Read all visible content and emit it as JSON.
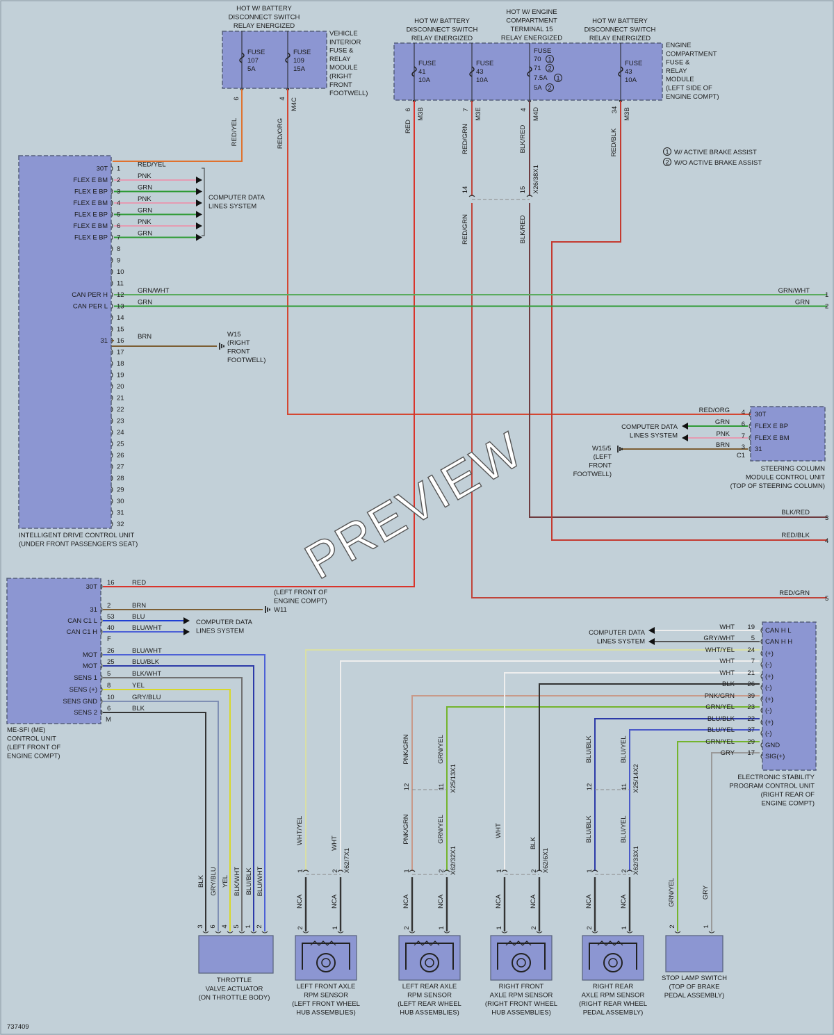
{
  "diagram_id": "737409",
  "watermark": "PREVIEW",
  "colors": {
    "background": "#c2d0d8",
    "module_fill": "#8c96d2",
    "module_stroke": "#555f7a",
    "red": "#d9342b",
    "red_yel": "#e0722e",
    "red_org": "#d44732",
    "red_grn": "#c0443a",
    "red_blk": "#c43a30",
    "blk_red": "#6e3c40",
    "pnk": "#e59bb2",
    "grn": "#2f9b36",
    "grn_wht": "#5aab5e",
    "brn": "#7c5e34",
    "blu": "#1f3fd4",
    "blu_wht": "#4d61d6",
    "blu_blk": "#2c3aa8",
    "blk_wht": "#707070",
    "yel": "#d8d82a",
    "gry_blu": "#7f8fb4",
    "blk": "#333333",
    "wht": "#eeeeee",
    "wht_yel": "#d9dfa6",
    "gry": "#9a9a9a",
    "grn_yel": "#74b42e",
    "pnk_grn": "#c89a8a",
    "blu_yel": "#4a59c8",
    "nca": "#333333"
  },
  "top_sources": {
    "vehicle_fuse": {
      "caption": "HOT W/ BATTERY\nDISCONNECT SWITCH\nRELAY ENERGIZED",
      "module_label": "VEHICLE\nINTERIOR\nFUSE &\nRELAY\nMODULE\n(RIGHT\nFRONT\nFOOTWELL)",
      "fuses": [
        {
          "name": "FUSE",
          "number": "107",
          "rating": "5A",
          "pin": "6",
          "wire": "RED/YEL",
          "connector": ""
        },
        {
          "name": "FUSE",
          "number": "109",
          "rating": "15A",
          "pin": "4",
          "wire": "RED/ORG",
          "connector": "M4C"
        }
      ]
    },
    "engine_fuse": {
      "captions": [
        "HOT W/ BATTERY\nDISCONNECT SWITCH\nRELAY ENERGIZED",
        "HOT W/ ENGINE\nCOMPARTMENT\nTERMINAL 15\nRELAY ENERGIZED",
        "HOT W/ BATTERY\nDISCONNECT SWITCH\nRELAY ENERGIZED"
      ],
      "module_label": "ENGINE\nCOMPARTMENT\nFUSE &\nRELAY\nMODULE\n(LEFT SIDE OF\nENGINE COMPT)",
      "fuses": [
        {
          "name": "FUSE",
          "number": "41",
          "rating": "10A",
          "pin": "6",
          "wire": "RED",
          "connector": "M3B"
        },
        {
          "name": "FUSE",
          "number": "43",
          "rating": "10A",
          "pin": "7",
          "wire": "RED/GRN",
          "connector": "M3E"
        },
        {
          "name": "FUSE",
          "number": "70 ①  71 ②",
          "rating": "7.5A ①  5A ②",
          "pin": "4",
          "wire": "BLK/RED",
          "connector": "M4D"
        },
        {
          "name": "FUSE",
          "number": "43",
          "rating": "10A",
          "pin": "34",
          "wire": "RED/BLK",
          "connector": "M3B"
        }
      ],
      "splice": {
        "pins": [
          "14",
          "15"
        ],
        "connector": "X26/38X1",
        "wires_below": [
          "RED/GRN",
          "BLK/RED"
        ]
      }
    }
  },
  "legend": [
    {
      "mark": "1",
      "text": "W/ ACTIVE BRAKE ASSIST"
    },
    {
      "mark": "2",
      "text": "W/O ACTIVE BRAKE ASSIST"
    }
  ],
  "idcu": {
    "caption": "INTELLIGENT DRIVE CONTROL UNIT\n(UNDER FRONT PASSENGER'S SEAT)",
    "pin_labels": {
      "1": "30T",
      "2": "FLEX E BM",
      "3": "FLEX E BP",
      "4": "FLEX E BM",
      "5": "FLEX E BP",
      "6": "FLEX E BM",
      "7": "FLEX E BP",
      "12": "CAN PER H",
      "13": "CAN PER L",
      "16": "31"
    },
    "wires": [
      {
        "pin": "1",
        "color": "RED/YEL"
      },
      {
        "pin": "2",
        "color": "PNK"
      },
      {
        "pin": "3",
        "color": "GRN"
      },
      {
        "pin": "4",
        "color": "PNK"
      },
      {
        "pin": "5",
        "color": "GRN"
      },
      {
        "pin": "6",
        "color": "PNK"
      },
      {
        "pin": "7",
        "color": "GRN"
      },
      {
        "pin": "12",
        "color": "GRN/WHT"
      },
      {
        "pin": "13",
        "color": "GRN"
      },
      {
        "pin": "16",
        "color": "BRN"
      }
    ],
    "pin_count": 32,
    "data_lines_label": "COMPUTER DATA\nLINES SYSTEM",
    "ground": {
      "name": "W15",
      "location": "(RIGHT\nFRONT\nFOOTWELL)"
    }
  },
  "right_edge": [
    {
      "number": "1",
      "color": "GRN/WHT"
    },
    {
      "number": "2",
      "color": "GRN"
    },
    {
      "number": "3",
      "color": "BLK/RED"
    },
    {
      "number": "4",
      "color": "RED/BLK"
    },
    {
      "number": "5",
      "color": "RED/GRN"
    }
  ],
  "steering": {
    "caption": "STEERING COLUMN\nMODULE CONTROL UNIT\n(TOP OF STEERING COLUMN)",
    "pins": [
      {
        "pin": "4",
        "label": "30T",
        "color": "RED/ORG"
      },
      {
        "pin": "6",
        "label": "FLEX E BP",
        "color": "GRN"
      },
      {
        "pin": "7",
        "label": "FLEX E BM",
        "color": "PNK"
      },
      {
        "pin": "3",
        "label": "31",
        "color": "BRN"
      }
    ],
    "connector": "C1",
    "data_lines_label": "COMPUTER DATA\nLINES SYSTEM",
    "ground": {
      "name": "W15/5",
      "location": "(LEFT\nFRONT\nFOOTWELL)"
    }
  },
  "me": {
    "caption": "ME-SFI (ME)\nCONTROL UNIT\n(LEFT FRONT OF\nENGINE COMPT)",
    "pins": [
      {
        "label": "30T",
        "pin": "16",
        "color": "RED"
      },
      {
        "label": "31",
        "pin": "2",
        "color": "BRN"
      },
      {
        "label": "CAN C1 L",
        "pin": "53",
        "color": "BLU"
      },
      {
        "label": "CAN C1 H",
        "pin": "40",
        "color": "BLU/WHT"
      },
      {
        "label": "MOT",
        "pin": "26",
        "color": "BLU/WHT"
      },
      {
        "label": "MOT",
        "pin": "25",
        "color": "BLU/BLK"
      },
      {
        "label": "SENS 1",
        "pin": "5",
        "color": "BLK/WHT"
      },
      {
        "label": "SENS (+)",
        "pin": "8",
        "color": "YEL"
      },
      {
        "label": "SENS GND",
        "pin": "10",
        "color": "GRY/BLU"
      },
      {
        "label": "SENS 2",
        "pin": "6",
        "color": "BLK"
      }
    ],
    "connector_letters": [
      "F",
      "M"
    ],
    "data_lines_label": "COMPUTER DATA\nLINES SYSTEM",
    "ground": {
      "name": "W11",
      "location": "(LEFT FRONT OF\nENGINE COMPT)"
    }
  },
  "esp": {
    "caption": "ELECTRONIC STABILITY\nPROGRAM CONTROL UNIT\n(RIGHT REAR OF\nENGINE COMPT)",
    "data_lines_label": "COMPUTER DATA\nLINES SYSTEM",
    "pins": [
      {
        "color": "WHT",
        "pin": "19",
        "label": "CAN H L"
      },
      {
        "color": "GRY/WHT",
        "pin": "5",
        "label": "CAN H H"
      },
      {
        "color": "WHT/YEL",
        "pin": "24",
        "label": "(+)"
      },
      {
        "color": "WHT",
        "pin": "7",
        "label": "(-)"
      },
      {
        "color": "WHT",
        "pin": "21",
        "label": "(+)"
      },
      {
        "color": "BLK",
        "pin": "26",
        "label": "(-)"
      },
      {
        "color": "PNK/GRN",
        "pin": "39",
        "label": "(+)"
      },
      {
        "color": "GRN/YEL",
        "pin": "23",
        "label": "(-)"
      },
      {
        "color": "BLU/BLK",
        "pin": "22",
        "label": "(+)"
      },
      {
        "color": "BLU/YEL",
        "pin": "37",
        "label": "(-)"
      },
      {
        "color": "GRN/YEL",
        "pin": "29",
        "label": "GND"
      },
      {
        "color": "GRY",
        "pin": "17",
        "label": "SIG(+)"
      }
    ]
  },
  "throttle": {
    "caption": "THROTTLE\nVALVE ACTUATOR\n(ON THROTTLE BODY)",
    "pins": [
      {
        "pin": "3",
        "color": "BLK"
      },
      {
        "pin": "6",
        "color": "GRY/BLU"
      },
      {
        "pin": "4",
        "color": "YEL"
      },
      {
        "pin": "5",
        "color": "BLK/WHT"
      },
      {
        "pin": "1",
        "color": "BLU/BLK"
      },
      {
        "pin": "2",
        "color": "BLU/WHT"
      }
    ]
  },
  "sensors": [
    {
      "caption": "LEFT FRONT AXLE\nRPM SENSOR\n(LEFT FRONT WHEEL\nHUB ASSEMBLIES)",
      "connector": "X62/7X1",
      "upper_connector": "",
      "upper_pins": [
        "",
        ""
      ],
      "upper_wires": [
        "",
        ""
      ],
      "pins": [
        "1",
        "2"
      ],
      "wires": [
        "WHT/YEL",
        "WHT"
      ],
      "sensor_pins": [
        "2",
        "1"
      ],
      "sensor_wires": [
        "NCA",
        "NCA"
      ]
    },
    {
      "caption": "LEFT REAR AXLE\nRPM SENSOR\n(LEFT REAR WHEEL\nHUB ASSEMBLIES)",
      "connector": "X62/32X1",
      "upper_connector": "X25/13X1",
      "upper_pins": [
        "12",
        "11"
      ],
      "upper_wires": [
        "PNK/GRN",
        "GRN/YEL"
      ],
      "pins": [
        "1",
        "2"
      ],
      "wires": [
        "PNK/GRN",
        "GRN/YEL"
      ],
      "sensor_pins": [
        "2",
        "1"
      ],
      "sensor_wires": [
        "NCA",
        "NCA"
      ]
    },
    {
      "caption": "RIGHT FRONT\nAXLE RPM SENSOR\n(RIGHT FRONT WHEEL\nHUB ASSEMBLIES)",
      "connector": "X62/6X1",
      "upper_connector": "",
      "upper_pins": [
        "",
        ""
      ],
      "upper_wires": [
        "",
        ""
      ],
      "pins": [
        "1",
        "2"
      ],
      "wires": [
        "WHT",
        "BLK"
      ],
      "sensor_pins": [
        "1",
        "2"
      ],
      "sensor_wires": [
        "NCA",
        "NCA"
      ]
    },
    {
      "caption": "RIGHT REAR\nAXLE RPM SENSOR\n(RIGHT REAR WHEEL\nPEDAL ASSEMBLY)",
      "connector": "X62/33X1",
      "upper_connector": "X25/14X2",
      "upper_pins": [
        "12",
        "11"
      ],
      "upper_wires": [
        "BLU/BLK",
        "BLU/YEL"
      ],
      "pins": [
        "1",
        "2"
      ],
      "wires": [
        "BLU/BLK",
        "BLU/YEL"
      ],
      "sensor_pins": [
        "2",
        "1"
      ],
      "sensor_wires": [
        "NCA",
        "NCA"
      ]
    }
  ],
  "stop_lamp": {
    "caption": "STOP LAMP SWITCH\n(TOP OF BRAKE\nPEDAL ASSEMBLY)",
    "pins": [
      {
        "pin": "2",
        "color": "GRN/YEL"
      },
      {
        "pin": "1",
        "color": "GRY"
      }
    ]
  }
}
